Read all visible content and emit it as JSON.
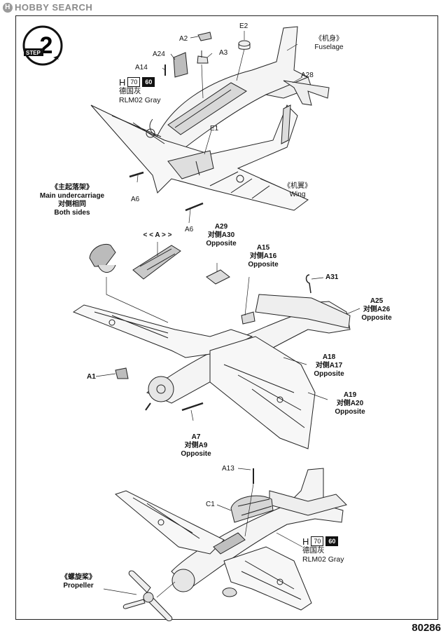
{
  "watermark": {
    "text": "HOBBY SEARCH"
  },
  "step": {
    "label": "STEP",
    "number": "2"
  },
  "part_number": "80286",
  "paint_spec_top": {
    "prefix": "H",
    "code_a": "70",
    "code_b": "60",
    "name_cn": "德国灰",
    "name_en": "RLM02 Gray"
  },
  "paint_spec_bottom": {
    "prefix": "H",
    "code_a": "70",
    "code_b": "60",
    "name_cn": "德国灰",
    "name_en": "RLM02 Gray"
  },
  "callouts": {
    "fuselage_cn": "《机身》",
    "fuselage_en": "Fuselage",
    "wing_cn": "《机翼》",
    "wing_en": "Wing",
    "main_uc_cn": "《主起落架》",
    "main_uc_en": "Main undercarriage",
    "both_sides_cn": "对侧相同",
    "both_sides_en": "Both sides",
    "propeller_cn": "《螺旋桨》",
    "propeller_en": "Propeller",
    "detail_a": "< < A > >"
  },
  "parts": {
    "a2": "A2",
    "e2": "E2",
    "a24": "A24",
    "a3": "A3",
    "a14": "A14",
    "a28": "A28",
    "e1": "E1",
    "a6_1": "A6",
    "a6_2": "A6",
    "a29": "A29",
    "a29_opp": "对侧A30",
    "a29_opp_en": "Opposite",
    "a15": "A15",
    "a15_opp": "对侧A16",
    "a15_opp_en": "Opposite",
    "a31": "A31",
    "a25": "A25",
    "a25_opp": "对侧A26",
    "a25_opp_en": "Opposite",
    "a18": "A18",
    "a18_opp": "对侧A17",
    "a18_opp_en": "Opposite",
    "a19": "A19",
    "a19_opp": "对侧A20",
    "a19_opp_en": "Opposite",
    "a1": "A1",
    "a7": "A7",
    "a7_opp": "对侧A9",
    "a7_opp_en": "Opposite",
    "a13": "A13",
    "c1": "C1"
  }
}
